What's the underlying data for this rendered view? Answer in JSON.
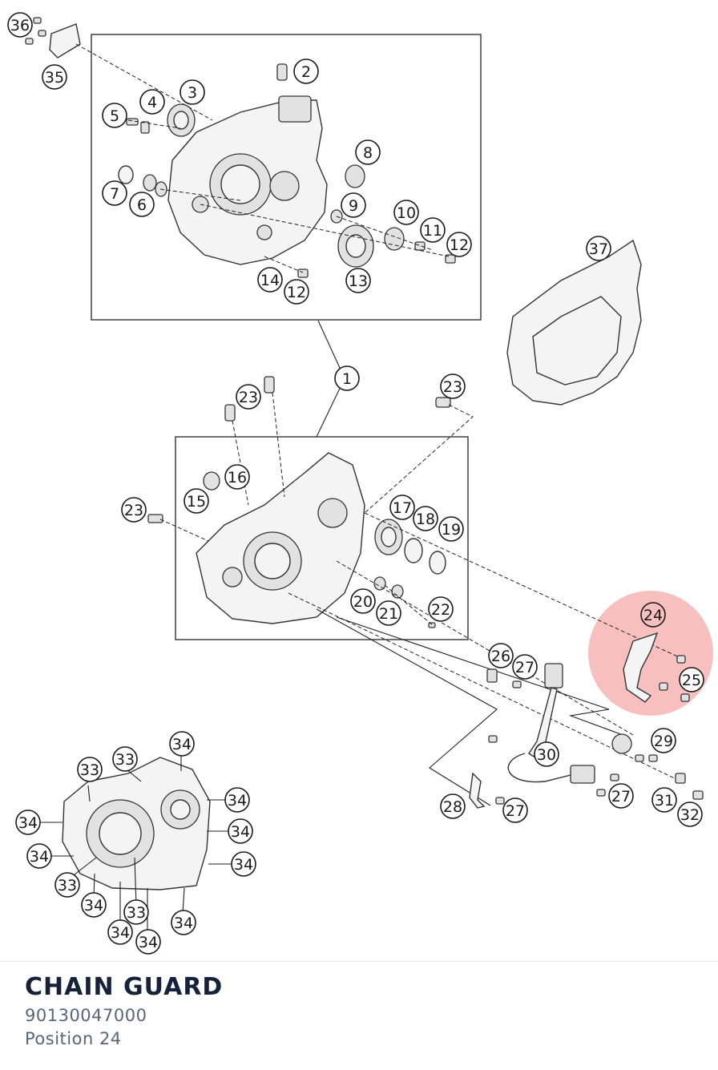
{
  "part": {
    "name": "CHAIN GUARD",
    "number": "90130047000",
    "position": "Position 24"
  },
  "highlight": {
    "position": "24",
    "color": "#f28a8a"
  },
  "callouts": [
    {
      "id": "c36",
      "label": "36"
    },
    {
      "id": "c35",
      "label": "35"
    },
    {
      "id": "c2",
      "label": "2"
    },
    {
      "id": "c3",
      "label": "3"
    },
    {
      "id": "c4",
      "label": "4"
    },
    {
      "id": "c5",
      "label": "5"
    },
    {
      "id": "c8",
      "label": "8"
    },
    {
      "id": "c7",
      "label": "7"
    },
    {
      "id": "c6",
      "label": "6"
    },
    {
      "id": "c9",
      "label": "9"
    },
    {
      "id": "c10",
      "label": "10"
    },
    {
      "id": "c11",
      "label": "11"
    },
    {
      "id": "c12a",
      "label": "12"
    },
    {
      "id": "c37",
      "label": "37"
    },
    {
      "id": "c14",
      "label": "14"
    },
    {
      "id": "c12b",
      "label": "12"
    },
    {
      "id": "c13",
      "label": "13"
    },
    {
      "id": "c1",
      "label": "1"
    },
    {
      "id": "c23a",
      "label": "23"
    },
    {
      "id": "c23b",
      "label": "23"
    },
    {
      "id": "c16",
      "label": "16"
    },
    {
      "id": "c15",
      "label": "15"
    },
    {
      "id": "c23c",
      "label": "23"
    },
    {
      "id": "c17",
      "label": "17"
    },
    {
      "id": "c18",
      "label": "18"
    },
    {
      "id": "c19",
      "label": "19"
    },
    {
      "id": "c20",
      "label": "20"
    },
    {
      "id": "c21",
      "label": "21"
    },
    {
      "id": "c22",
      "label": "22"
    },
    {
      "id": "c24",
      "label": "24"
    },
    {
      "id": "c25",
      "label": "25"
    },
    {
      "id": "c26",
      "label": "26"
    },
    {
      "id": "c27a",
      "label": "27"
    },
    {
      "id": "c29",
      "label": "29"
    },
    {
      "id": "c30",
      "label": "30"
    },
    {
      "id": "c27b",
      "label": "27"
    },
    {
      "id": "c31",
      "label": "31"
    },
    {
      "id": "c32",
      "label": "32"
    },
    {
      "id": "c28",
      "label": "28"
    },
    {
      "id": "c27c",
      "label": "27"
    },
    {
      "id": "c34a",
      "label": "34"
    },
    {
      "id": "c33a",
      "label": "33"
    },
    {
      "id": "c33b",
      "label": "33"
    },
    {
      "id": "c34b",
      "label": "34"
    },
    {
      "id": "c34c",
      "label": "34"
    },
    {
      "id": "c34d",
      "label": "34"
    },
    {
      "id": "c34e",
      "label": "34"
    },
    {
      "id": "c34f",
      "label": "34"
    },
    {
      "id": "c34g",
      "label": "34"
    },
    {
      "id": "c33c",
      "label": "33"
    },
    {
      "id": "c34h",
      "label": "34"
    },
    {
      "id": "c33d",
      "label": "33"
    },
    {
      "id": "c34i",
      "label": "34"
    },
    {
      "id": "c34j",
      "label": "34"
    },
    {
      "id": "c34k",
      "label": "34"
    }
  ]
}
